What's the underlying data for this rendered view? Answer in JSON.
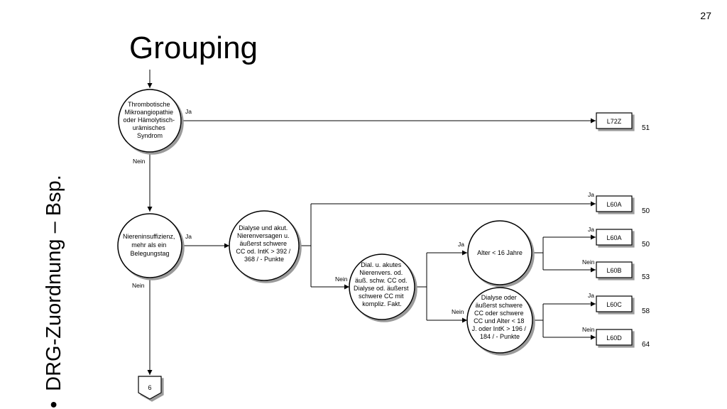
{
  "page_number": "27",
  "title": "Grouping",
  "side_heading": "DRG-Zuordnung – Bsp.",
  "bullet": "•",
  "edge_labels": {
    "ja": "Ja",
    "nein": "Nein"
  },
  "decisions": [
    {
      "id": "thrombo",
      "lines": [
        "Thrombotische",
        "Mikroangiopathie",
        "oder Hämolytisch-",
        "urämisches",
        "Syndrom"
      ]
    },
    {
      "id": "niere",
      "lines": [
        "Niereninsuffizienz,",
        "mehr als ein",
        "Belegungstag"
      ]
    },
    {
      "id": "dialyse-akut",
      "lines": [
        "Dialyse und akut.",
        "Nierenversagen u.",
        "äußerst schwere",
        "CC od. IntK > 392 /",
        "368 / - Punkte"
      ]
    },
    {
      "id": "dial-akutes",
      "lines": [
        "Dial. u. akutes",
        "Nierenvers. od.",
        "äuß. schw. CC od.",
        "Dialyse od. äußerst",
        "schwere CC mit",
        "kompliz. Fakt."
      ]
    },
    {
      "id": "alter",
      "lines": [
        "Alter < 16 Jahre"
      ]
    },
    {
      "id": "dialyse-oder",
      "lines": [
        "Dialyse oder",
        "äußerst schwere",
        "CC oder schwere",
        "CC und Alter < 18",
        "J. oder IntK > 196 /",
        "184 / - Punkte"
      ]
    }
  ],
  "results": [
    {
      "code": "L72Z",
      "weight": "51"
    },
    {
      "code": "L60A",
      "weight": "50"
    },
    {
      "code": "L60A",
      "weight": "50"
    },
    {
      "code": "L60B",
      "weight": "53"
    },
    {
      "code": "L60C",
      "weight": "58"
    },
    {
      "code": "L60D",
      "weight": "64"
    }
  ],
  "connector": "6"
}
